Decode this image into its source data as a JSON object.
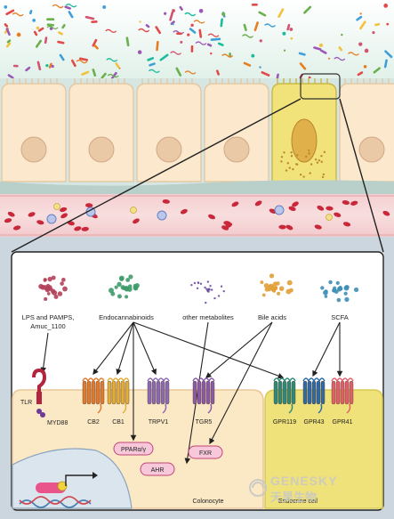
{
  "sources": [
    {
      "id": "lps",
      "label": "LPS and PAMPS,",
      "label2": "Amuc_1100",
      "color": "#b4405a"
    },
    {
      "id": "endo",
      "label": "Endocannabinoids",
      "color": "#3f9b6b"
    },
    {
      "id": "other",
      "label": "other metabolites",
      "color": "#6e4f9a"
    },
    {
      "id": "bile",
      "label": "Bile acids",
      "color": "#e2a03a"
    },
    {
      "id": "scfa",
      "label": "SCFA",
      "color": "#3f8fb6"
    }
  ],
  "receptors": [
    {
      "id": "tlr",
      "label": "TLR",
      "color": "#b2253f"
    },
    {
      "id": "myd88",
      "label": "MYD88",
      "color": "#6e3a9a"
    },
    {
      "id": "cb2",
      "label": "CB2",
      "color": "#e07a2e"
    },
    {
      "id": "cb1",
      "label": "CB1",
      "color": "#e2ad38"
    },
    {
      "id": "trpv1",
      "label": "TRPV1",
      "color": "#8a6bb3"
    },
    {
      "id": "tgr5",
      "label": "TGR5",
      "color": "#8a5aa6"
    },
    {
      "id": "gpr119",
      "label": "GPR119",
      "color": "#2d8a78"
    },
    {
      "id": "gpr43",
      "label": "GPR43",
      "color": "#2e6aa6"
    },
    {
      "id": "gpr41",
      "label": "GPR41",
      "color": "#e0606a"
    }
  ],
  "nuclear": [
    {
      "id": "ppar",
      "label": "PPARα/γ"
    },
    {
      "id": "ahr",
      "label": "AHR"
    },
    {
      "id": "fxr",
      "label": "FXR"
    }
  ],
  "cells": {
    "colonocyte": "Colonocyte",
    "endocrine": "Endocrine cell"
  },
  "watermark": {
    "brand": "GENESKY",
    "chinese": "天昊生物"
  },
  "colors": {
    "membrane": "#f3d9ae",
    "cytoplasm": "#faeacb",
    "endocrine": "#f2e27a",
    "vessel": "#f2c9c9",
    "blood": "#c8283a",
    "nuclear_fill": "#f7c7da",
    "nuclear_stroke": "#c2457a"
  }
}
